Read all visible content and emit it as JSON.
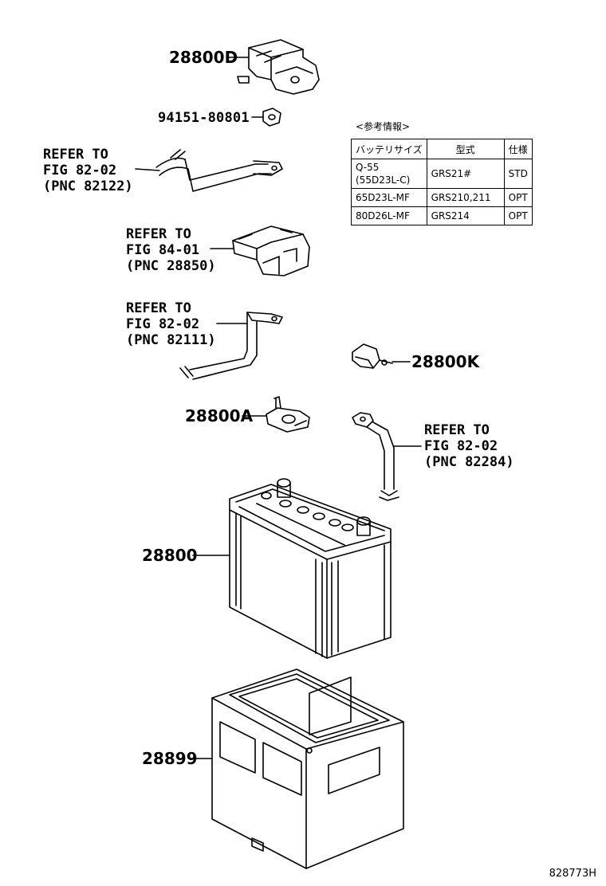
{
  "parts": {
    "p28800D": "28800D",
    "p94151": "94151-80801",
    "p28800K": "28800K",
    "p28800A": "28800A",
    "p28800": "28800",
    "p28899": "28899"
  },
  "refs": [
    {
      "line1": "REFER TO",
      "line2": "FIG 82-02",
      "line3": "(PNC 82122)"
    },
    {
      "line1": "REFER TO",
      "line2": "FIG 84-01",
      "line3": "(PNC 28850)"
    },
    {
      "line1": "REFER TO",
      "line2": "FIG 82-02",
      "line3": "(PNC 82111)"
    },
    {
      "line1": "REFER TO",
      "line2": "FIG 82-02",
      "line3": "(PNC 82284)"
    }
  ],
  "table": {
    "title": "<参考情報>",
    "headers": [
      "バッテリサイズ",
      "型式",
      "仕様"
    ],
    "rows": [
      {
        "size_line1": "Q-55",
        "size_line2": "(55D23L-C)",
        "model": "GRS21#",
        "spec": "STD"
      },
      {
        "size": "65D23L-MF",
        "model": "GRS210,211",
        "spec": "OPT"
      },
      {
        "size": "80D26L-MF",
        "model": "GRS214",
        "spec": "OPT"
      }
    ]
  },
  "footer": "828773H"
}
